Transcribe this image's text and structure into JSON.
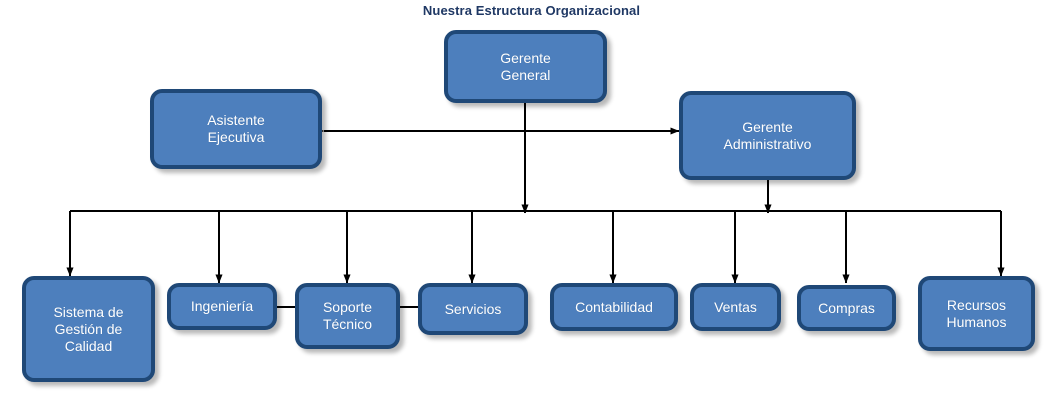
{
  "title": "Nuestra Estructura Organizacional",
  "theme": {
    "title_color": "#1f3864",
    "node_fill": "#4d7fbd",
    "node_border": "#1f4877",
    "node_text": "#ffffff",
    "connector_color": "#000000",
    "background": "#ffffff"
  },
  "nodes": {
    "gerente_general": "Gerente\nGeneral",
    "asistente_ejecutiva": "Asistente\nEjecutiva",
    "gerente_administrativo": "Gerente\nAdministrativo",
    "sistema_gestion_calidad": "Sistema de\nGestión de\nCalidad",
    "ingenieria": "Ingeniería",
    "soporte_tecnico": "Soporte\nTécnico",
    "servicios": "Servicios",
    "contabilidad": "Contabilidad",
    "ventas": "Ventas",
    "compras": "Compras",
    "recursos_humanos": "Recursos\nHumanos"
  }
}
